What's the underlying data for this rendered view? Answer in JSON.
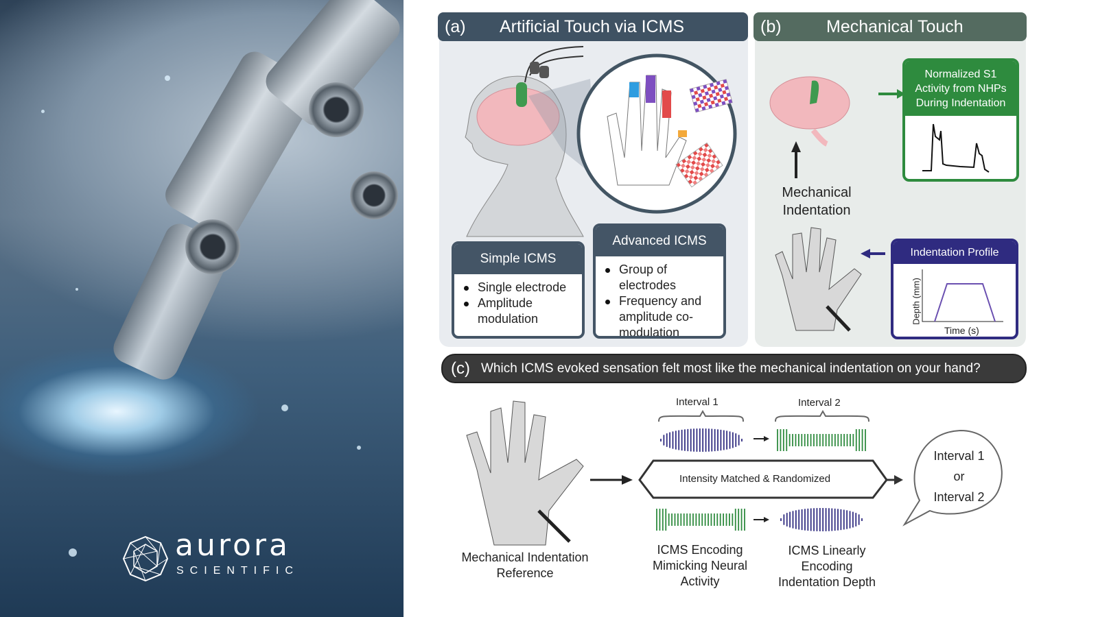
{
  "brand": {
    "name": "aurora",
    "sub": "SCIENTIFIC"
  },
  "panel_a": {
    "label": "(a)",
    "title": "Artificial Touch via ICMS",
    "simple": {
      "title": "Simple ICMS",
      "items": [
        "Single electrode",
        "Amplitude modulation"
      ]
    },
    "advanced": {
      "title": "Advanced ICMS",
      "items": [
        "Group of electrodes",
        "Frequency and amplitude co-modulation"
      ]
    }
  },
  "panel_b": {
    "label": "(b)",
    "title": "Mechanical Touch",
    "s1_box": {
      "title": "Normalized S1 Activity from NHPs During Indentation"
    },
    "indentation_label": "Mechanical Indentation",
    "profile": {
      "title": "Indentation Profile",
      "ylabel": "Depth (mm)",
      "xlabel": "Time (s)"
    }
  },
  "panel_c": {
    "label": "(c)",
    "question": "Which ICMS evoked sensation felt most like the mechanical indentation on your hand?",
    "interval1": "Interval 1",
    "interval2": "Interval 2",
    "center": "Intensity Matched & Randomized",
    "reference": "Mechanical Indentation Reference",
    "mimic": "ICMS Encoding Mimicking Neural Activity",
    "linear": "ICMS Linearly Encoding Indentation Depth",
    "bubble": [
      "Interval 1",
      "or",
      "Interval 2"
    ]
  },
  "colors": {
    "panel_a": "#3f5263",
    "panel_b": "#546b60",
    "green": "#2e8b3e",
    "purple": "#2f2b80",
    "dark": "#3a3a3a"
  }
}
